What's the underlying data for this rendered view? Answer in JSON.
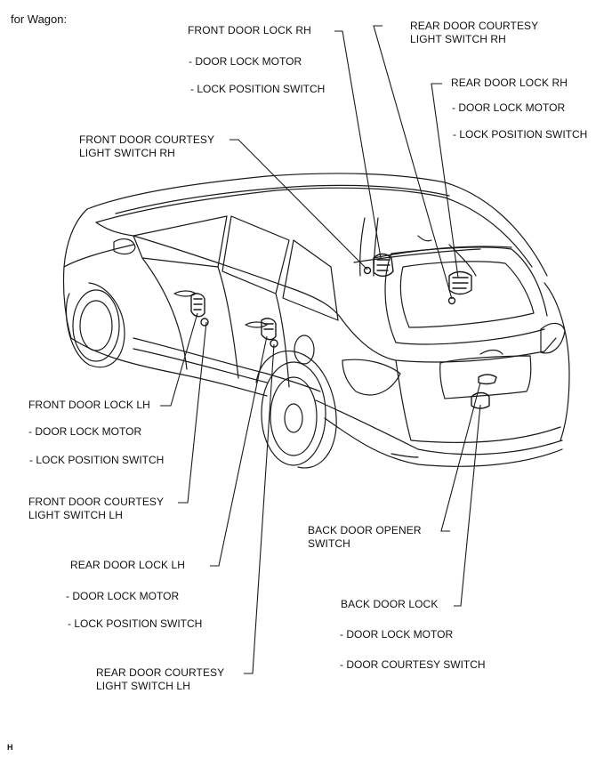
{
  "caption": "for Wagon:",
  "figure_id": "H",
  "labels": {
    "front_door_lock_rh": {
      "title": "FRONT DOOR LOCK RH",
      "items": [
        "- DOOR LOCK MOTOR",
        "- LOCK POSITION SWITCH"
      ]
    },
    "rear_door_courtesy_rh": {
      "title": "REAR DOOR COURTESY\nLIGHT SWITCH RH"
    },
    "rear_door_lock_rh": {
      "title": "REAR DOOR LOCK RH",
      "items": [
        "- DOOR LOCK MOTOR",
        "- LOCK POSITION SWITCH"
      ]
    },
    "front_door_courtesy_rh": {
      "title": "FRONT DOOR COURTESY\nLIGHT SWITCH RH"
    },
    "front_door_lock_lh": {
      "title": "FRONT DOOR LOCK LH",
      "items": [
        "- DOOR LOCK MOTOR",
        "- LOCK POSITION SWITCH"
      ]
    },
    "front_door_courtesy_lh": {
      "title": "FRONT DOOR COURTESY\nLIGHT SWITCH LH"
    },
    "rear_door_lock_lh": {
      "title": "REAR DOOR LOCK LH",
      "items": [
        "- DOOR LOCK MOTOR",
        "- LOCK POSITION SWITCH"
      ]
    },
    "rear_door_courtesy_lh": {
      "title": "REAR DOOR COURTESY\nLIGHT SWITCH LH"
    },
    "back_door_opener": {
      "title": "BACK DOOR OPENER\nSWITCH"
    },
    "back_door_lock": {
      "title": "BACK DOOR LOCK",
      "items": [
        "- DOOR LOCK MOTOR",
        "- DOOR COURTESY SWITCH"
      ]
    }
  }
}
